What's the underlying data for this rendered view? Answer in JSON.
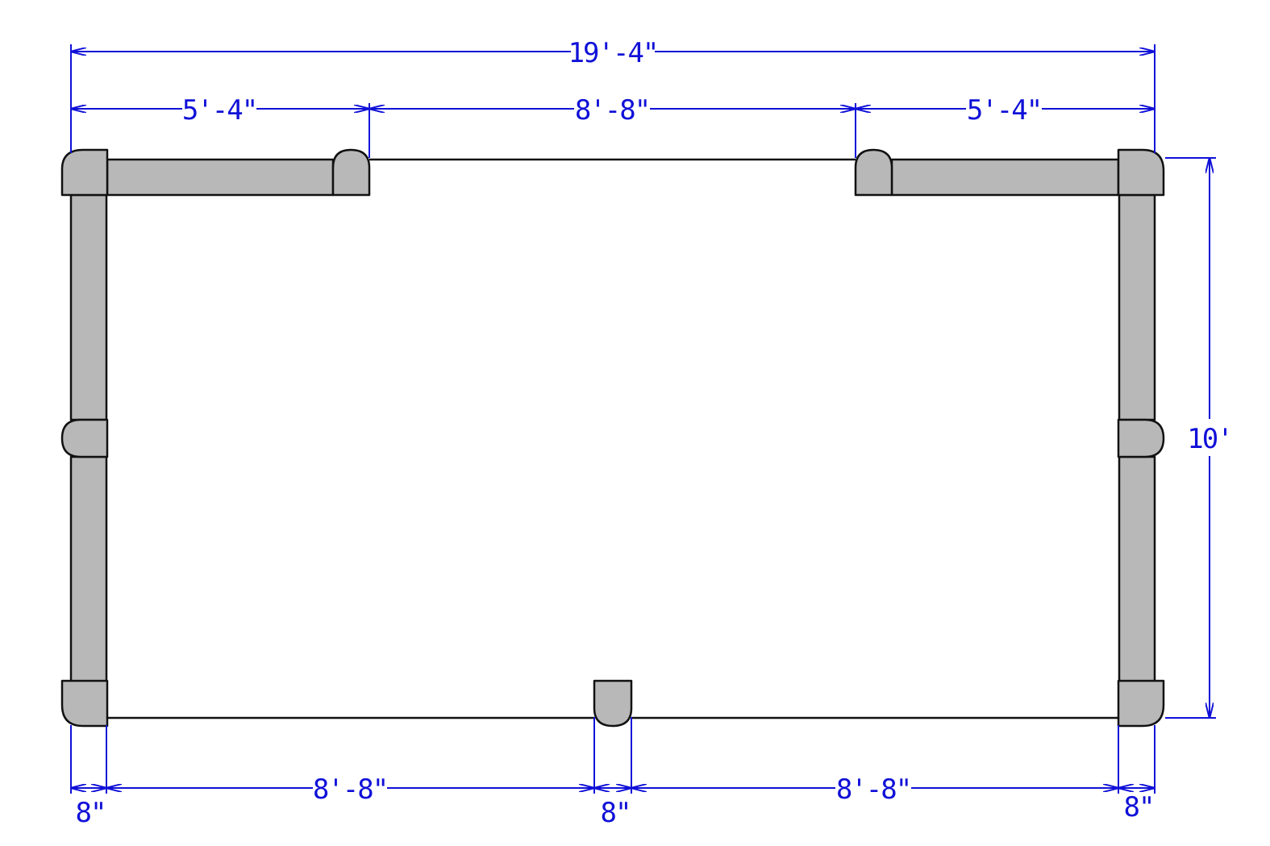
{
  "colors": {
    "dimension": "#1010d8",
    "post_fill": "#b8b8b8",
    "outline": "#111111",
    "background": "#ffffff"
  },
  "dimensions": {
    "overall_width": "19'-4\"",
    "top_left_run": "5'-4\"",
    "top_opening": "8'-8\"",
    "top_right_run": "5'-4\"",
    "height": "10'",
    "bottom_left_post": "8\"",
    "bottom_left_span": "8'-8\"",
    "bottom_center_post": "8\"",
    "bottom_right_span": "8'-8\"",
    "bottom_right_post": "8\""
  }
}
